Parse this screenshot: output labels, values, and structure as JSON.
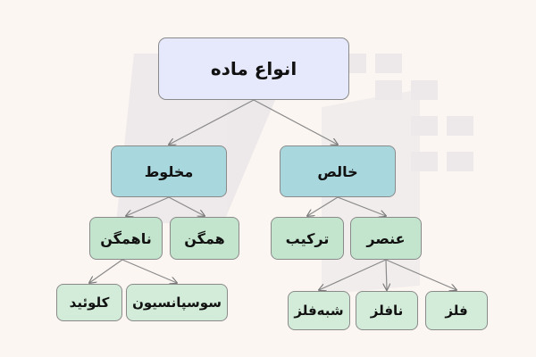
{
  "diagram": {
    "root": "انواع ماده",
    "nodes": {
      "mixture": "مخلوط",
      "pure": "خالص",
      "heterogeneous": "ناهمگن",
      "homogeneous": "همگن",
      "compound": "ترکیب",
      "element": "عنصر",
      "colloid": "کلوئید",
      "suspension": "سوسپانسیون",
      "metalloid": "شبه‌فلز",
      "nonmetal": "نافلز",
      "metal": "فلز"
    },
    "edges": [
      [
        "root",
        "mixture"
      ],
      [
        "root",
        "pure"
      ],
      [
        "mixture",
        "heterogeneous"
      ],
      [
        "mixture",
        "homogeneous"
      ],
      [
        "pure",
        "compound"
      ],
      [
        "pure",
        "element"
      ],
      [
        "heterogeneous",
        "colloid"
      ],
      [
        "heterogeneous",
        "suspension"
      ],
      [
        "element",
        "metalloid"
      ],
      [
        "element",
        "nonmetal"
      ],
      [
        "element",
        "metal"
      ]
    ]
  }
}
